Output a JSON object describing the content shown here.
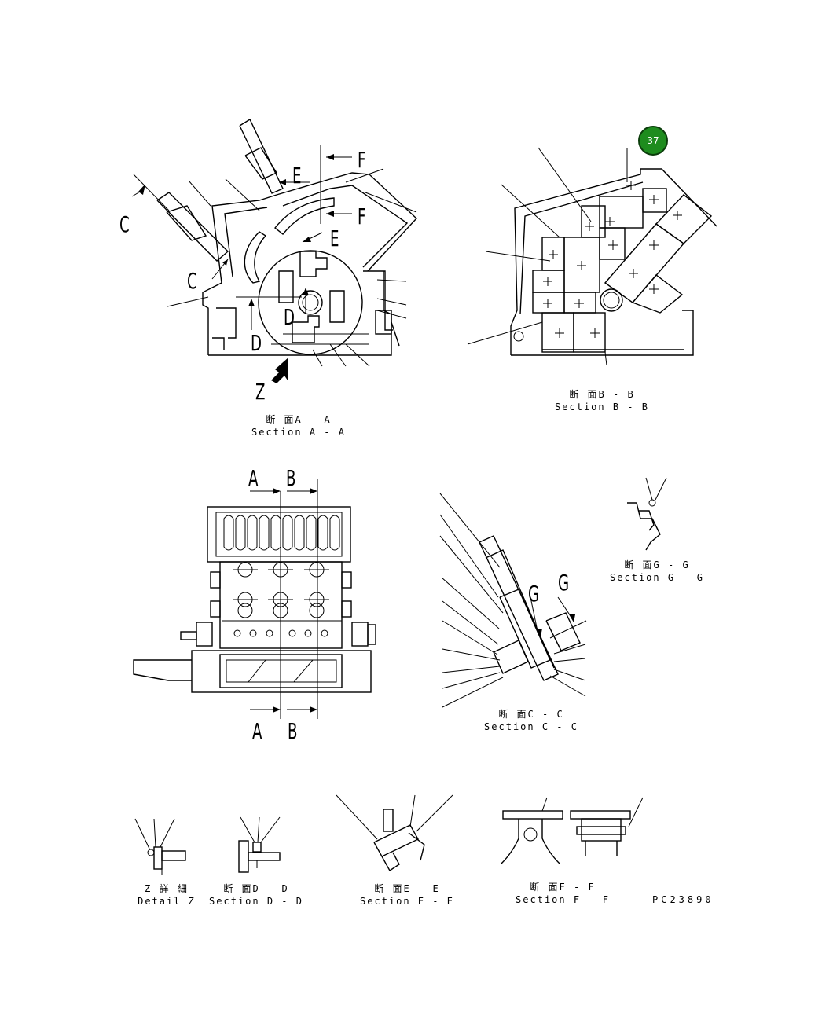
{
  "badge": {
    "number": "37",
    "color": "#1e8c1e"
  },
  "part_code": "PC23890",
  "sections": {
    "aa": {
      "jp": "断 面A - A",
      "en": "Section A - A"
    },
    "bb": {
      "jp": "断 面B - B",
      "en": "Section B - B"
    },
    "cc": {
      "jp": "断 面C - C",
      "en": "Section C - C"
    },
    "gg": {
      "jp": "断 面G - G",
      "en": "Section G - G"
    },
    "z": {
      "jp": "Z  詳  細",
      "en": "Detail Z"
    },
    "dd": {
      "jp": "断 面D - D",
      "en": "Section D - D"
    },
    "ee": {
      "jp": "断 面E - E",
      "en": "Section E - E"
    },
    "ff": {
      "jp": "断 面F - F",
      "en": "Section F - F"
    }
  },
  "view_letters": {
    "c": "C",
    "d": "D",
    "e": "E",
    "f": "F",
    "z": "Z",
    "a": "A",
    "b": "B",
    "g": "G"
  }
}
